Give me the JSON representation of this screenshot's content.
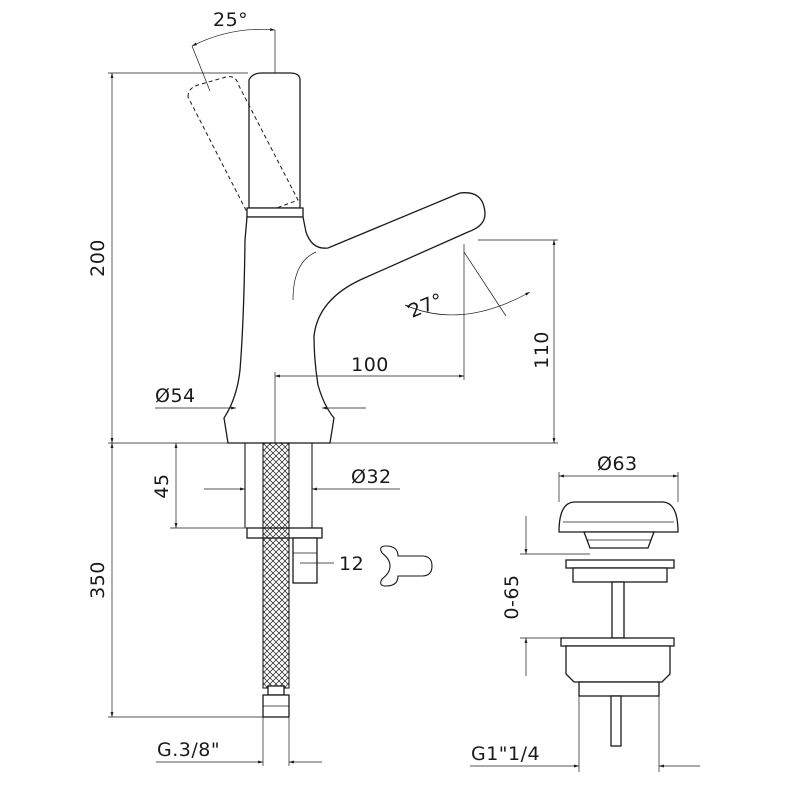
{
  "dimensions": {
    "handle_angle": "25°",
    "total_height": "200",
    "spout_reach": "100",
    "spout_height": "110",
    "spout_angle": "27°",
    "base_diameter": "Ø54",
    "shank_diameter": "Ø32",
    "shank_length": "45",
    "hose_length": "350",
    "wrench_size": "12",
    "hose_thread": "G.3/8\"",
    "waste_diameter": "Ø63",
    "waste_adjust_range": "0-65",
    "waste_thread": "G1\"1/4"
  }
}
